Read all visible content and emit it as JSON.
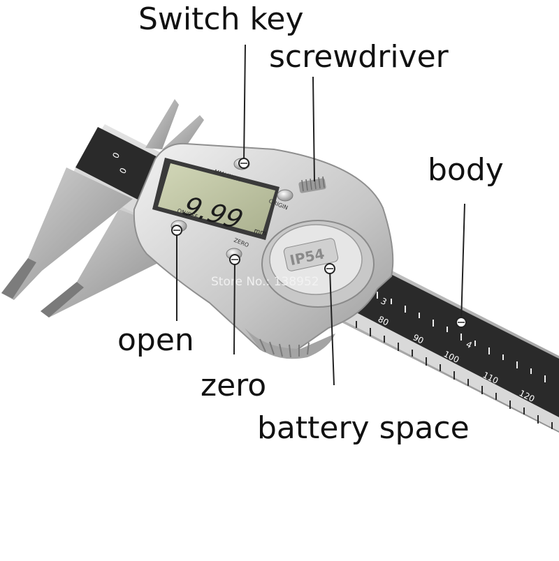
{
  "labels": {
    "switch_key": "Switch key",
    "screwdriver": "screwdriver",
    "body": "body",
    "open": "open",
    "zero": "zero",
    "battery_space": "battery space"
  },
  "device": {
    "display_value": "9.99",
    "display_unit": "mm",
    "button_mm_inch": "MM/ INCH",
    "button_origin": "ORIGIN",
    "button_on_off": "ON/OFF",
    "button_zero": "ZERO",
    "logo": "IP54",
    "watermark": "Store No.: 138952"
  },
  "scale": {
    "top_numbers": [
      "0",
      "0"
    ],
    "mm_numbers": [
      "80",
      "90",
      "100",
      "110",
      "120"
    ],
    "inch_numbers": [
      "3",
      "4"
    ]
  },
  "colors": {
    "steel": "#c9c9c9",
    "lcd": "#c3c8a8",
    "scale_black": "#2a2a2a",
    "text": "#111111"
  }
}
